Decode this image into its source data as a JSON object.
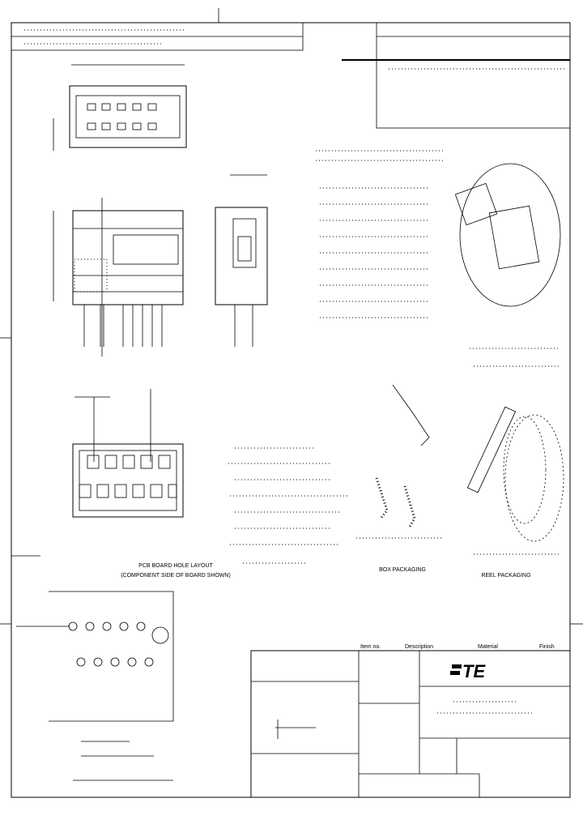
{
  "drawing": {
    "type": "connector engineering drawing",
    "views": {
      "pcb_layout_title": "PCB BOARD HOLE LAYOUT",
      "pcb_layout_subtitle": "(COMPONENT SIDE OF BOARD SHOWN)",
      "box_packaging": "BOX PACKAGING",
      "reel_packaging": "REEL PACKAGING"
    },
    "title_block": {
      "columns": [
        "Item no.",
        "Description",
        "Material",
        "Finish"
      ],
      "logo": "TE"
    }
  }
}
